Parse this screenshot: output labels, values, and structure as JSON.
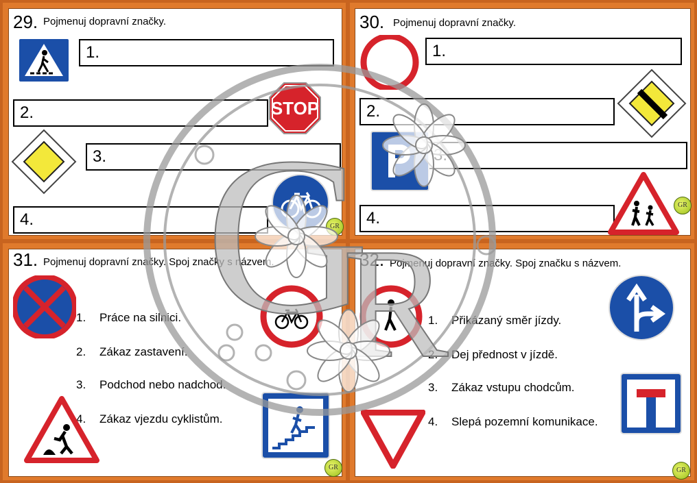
{
  "q29": {
    "number": "29.",
    "title": "Pojmenuj dopravní značky.",
    "fields": [
      "1.",
      "2.",
      "3.",
      "4."
    ],
    "signs": [
      "pedestrian-crossing-sign",
      "stop-sign",
      "main-road-sign",
      "bicycle-path-sign"
    ],
    "stop_text": "STOP"
  },
  "q30": {
    "number": "30.",
    "title": "Pojmenuj dopravní značky.",
    "fields": [
      "1.",
      "2.",
      "3.",
      "4."
    ],
    "signs": [
      "no-vehicles-sign",
      "end-of-main-road-sign",
      "parking-p-sign",
      "children-warning-sign"
    ]
  },
  "q31": {
    "number": "31.",
    "title": "Pojmenuj dopravní značky. Spoj značky s názvem.",
    "items": [
      {
        "n": "1.",
        "text": "Práce na silnici."
      },
      {
        "n": "2.",
        "text": "Zákaz zastavení."
      },
      {
        "n": "3.",
        "text": "Podchod nebo nadchod."
      },
      {
        "n": "4.",
        "text": "Zákaz vjezdu cyklistům."
      }
    ],
    "signs": [
      "no-stopping-sign",
      "no-bicycles-sign",
      "roadworks-sign",
      "underpass-sign"
    ]
  },
  "q32": {
    "number": "32.",
    "title": "Pojmenuj dopravní značky. Spoj značku s názvem.",
    "items": [
      {
        "n": "1.",
        "text": "Přikázaný směr jízdy."
      },
      {
        "n": "2.",
        "text": "Dej přednost v jízdě."
      },
      {
        "n": "3.",
        "text": "Zákaz vstupu chodcům."
      },
      {
        "n": "4.",
        "text": "Slepá pozemní komunikace."
      }
    ],
    "signs": [
      "mandatory-direction-sign",
      "no-pedestrians-sign",
      "dead-end-sign",
      "give-way-sign"
    ]
  },
  "watermark": {
    "letters": "GR"
  },
  "colors": {
    "background": "#c8641f",
    "panel": "#e07a2c",
    "sign_red": "#d6232b",
    "sign_blue": "#1b4fa8",
    "sign_yellow": "#f3e83a"
  }
}
